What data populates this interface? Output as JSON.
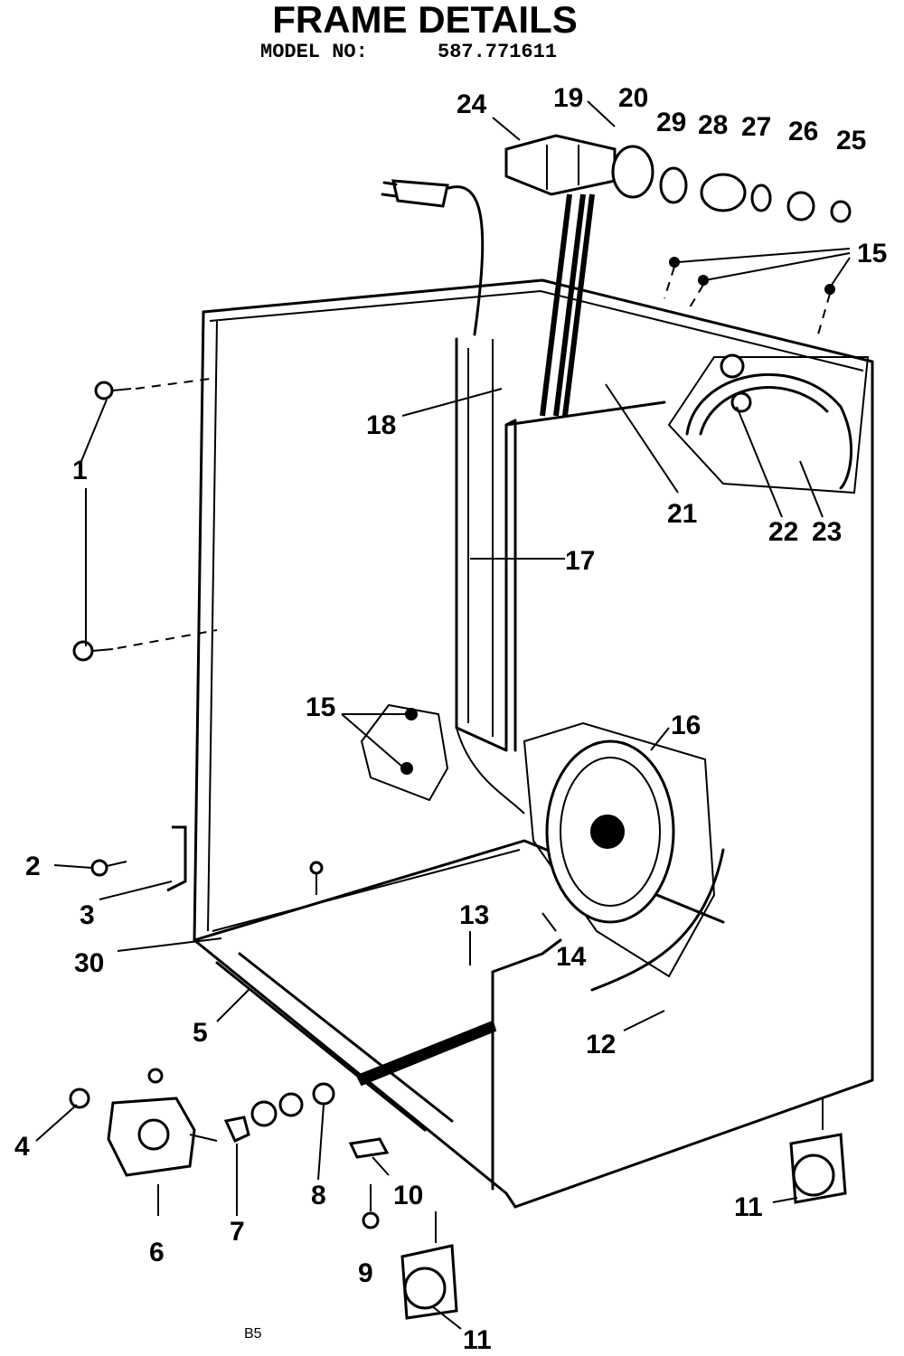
{
  "header": {
    "title": "FRAME DETAILS",
    "model_label": "MODEL NO:",
    "model_number": "587.771611"
  },
  "callouts": {
    "c1": "1",
    "c2": "2",
    "c3": "3",
    "c4": "4",
    "c5": "5",
    "c6": "6",
    "c7": "7",
    "c8": "8",
    "c9": "9",
    "c10": "10",
    "c11a": "11",
    "c11b": "11",
    "c12": "12",
    "c13": "13",
    "c14": "14",
    "c15a": "15",
    "c15b": "15",
    "c16": "16",
    "c17": "17",
    "c18": "18",
    "c19": "19",
    "c20": "20",
    "c21": "21",
    "c22": "22",
    "c23": "23",
    "c24": "24",
    "c25": "25",
    "c26": "26",
    "c27": "27",
    "c28": "28",
    "c29": "29",
    "c30": "30"
  },
  "footer": {
    "code": "B5"
  }
}
